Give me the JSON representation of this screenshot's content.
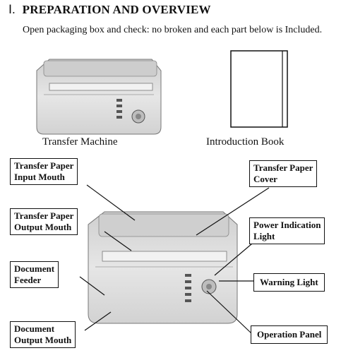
{
  "section": {
    "number": "Ⅰ.",
    "title": "PREPARATION AND OVERVIEW"
  },
  "intro_text": "Open packaging box and check: no broken and each part below is Included.",
  "items": {
    "machine_caption": "Transfer Machine",
    "book_caption": "Introduction Book"
  },
  "callouts": {
    "paper_input": [
      "Transfer Paper",
      "Input Mouth"
    ],
    "paper_cover": [
      "Transfer Paper",
      "Cover"
    ],
    "paper_output": [
      "Transfer Paper",
      "Output Mouth"
    ],
    "power_light": [
      "Power Indication",
      "Light"
    ],
    "document_feeder": [
      "Document",
      "Feeder"
    ],
    "warning_light": [
      "Warning Light"
    ],
    "document_output": [
      "Document",
      "Output Mouth"
    ],
    "operation_panel": [
      "Operation Panel"
    ]
  },
  "colors": {
    "machine_body": "#dcdcdc",
    "machine_shade": "#bdbdbd",
    "line": "#111111"
  }
}
